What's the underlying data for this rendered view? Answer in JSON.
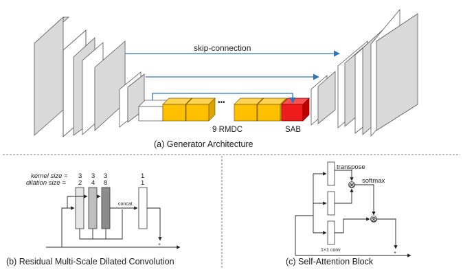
{
  "generator": {
    "skip_label": "skip-connection",
    "ellipsis": "•••",
    "rmdc_label": "9 RMDC",
    "sab_label": "SAB",
    "caption": "(a) Generator Architecture",
    "colors": {
      "rmdc": "#FFC000",
      "sab": "#EE1C1C",
      "arrow": "#2E75B6",
      "plate_front": "#ffffff",
      "plate_side": "#bfbfbf"
    }
  },
  "rmdc_block": {
    "kernel_label": "kernel size =",
    "dilation_label": "dilation size =",
    "kernel_values": [
      "3",
      "3",
      "3",
      "1"
    ],
    "dilation_values": [
      "2",
      "4",
      "8",
      "1"
    ],
    "concat_label": "concat",
    "plus_sign": "+",
    "caption": "(b) Residual Multi-Scale Dilated Convolution"
  },
  "sab_block": {
    "transpose_label": "transpose",
    "softmax_label": "softmax",
    "conv_label": "1×1 conv",
    "multiply_sign": "⊗",
    "plus_sign": "+",
    "caption": "(c) Self-Attention Block"
  }
}
